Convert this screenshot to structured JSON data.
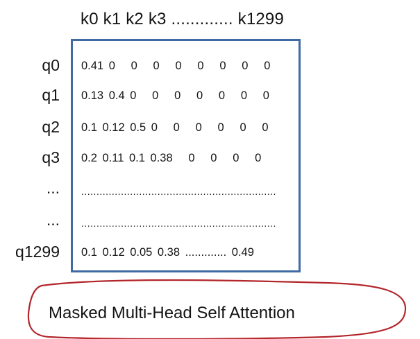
{
  "column_header": "k0 k1 k2 k3 ............. k1299",
  "rows": [
    {
      "label": "q0",
      "values": "0.41 0   0   0   0   0   0   0   0"
    },
    {
      "label": "q1",
      "values": "0.13 0.4 0   0   0   0   0   0   0"
    },
    {
      "label": "q2",
      "values": "0.1 0.12 0.5 0   0   0   0   0   0"
    },
    {
      "label": "q3",
      "values": "0.2 0.11 0.1 0.38   0   0   0   0"
    },
    {
      "label": "...",
      "values": "................................................................"
    },
    {
      "label": "...",
      "values": "................................................................"
    },
    {
      "label": "q1299",
      "values": "0.1 0.12 0.05 0.38 ............. 0.49"
    }
  ],
  "caption": "Masked Multi-Head Self Attention",
  "colors": {
    "matrix_border": "#3f6aa3",
    "caption_outline": "#b3262b",
    "text": "#141414"
  }
}
